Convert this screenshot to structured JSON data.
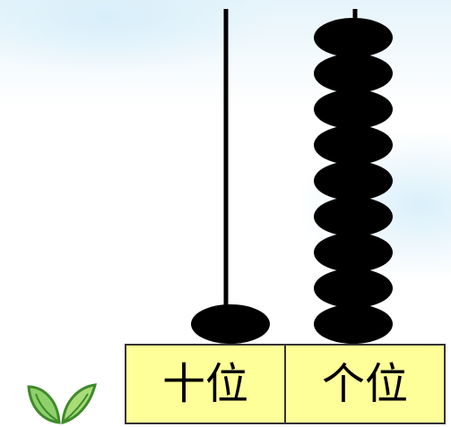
{
  "abacus": {
    "labels": {
      "tens": "十位",
      "ones": "个位"
    },
    "tens_beads": 1,
    "ones_beads": 9,
    "bead_color": "#000000",
    "label_background": "#ffff99"
  },
  "decoration": {
    "logo_icon": "green-leaves-icon"
  }
}
